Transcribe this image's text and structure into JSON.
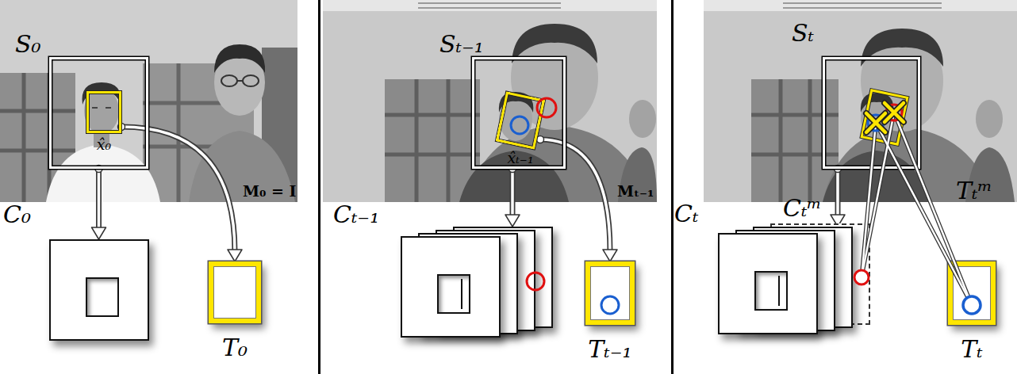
{
  "diagram": {
    "nodes": [
      {
        "text": [
          "S₀"
        ]
      },
      {
        "text": [
          "x̂₀"
        ],
        "in": 0
      },
      {
        "text": [
          "C₀"
        ]
      },
      {
        "text": [
          "T₀"
        ]
      },
      {
        "text": [
          "Sₜ₋₁"
        ]
      },
      {
        "text": [
          "x̂ₜ₋₁"
        ],
        "in": 4
      },
      {
        "text": [
          "Cₜ₋₁"
        ]
      },
      {
        "text": [
          "Tₜ₋₁"
        ]
      },
      {
        "text": [
          "Sₜ"
        ]
      },
      {
        "text": [
          "Cₜ"
        ]
      },
      {
        "text": [
          "Cₜᵐ"
        ]
      },
      {
        "text": [
          "Tₜ"
        ]
      }
    ],
    "edges": [
      {
        "from": 0,
        "to": 2,
        "arrow": "to"
      },
      {
        "from": 1,
        "to": 3,
        "label": "M₀ = I",
        "arrow": "to"
      },
      {
        "from": 4,
        "to": 6,
        "arrow": "to"
      },
      {
        "from": 5,
        "to": 7,
        "label": "Mₜ₋₁",
        "arrow": "to"
      },
      {
        "from": 8,
        "to": 9,
        "arrow": "to"
      }
    ],
    "labels": [
      "Tₜᵐ"
    ]
  }
}
